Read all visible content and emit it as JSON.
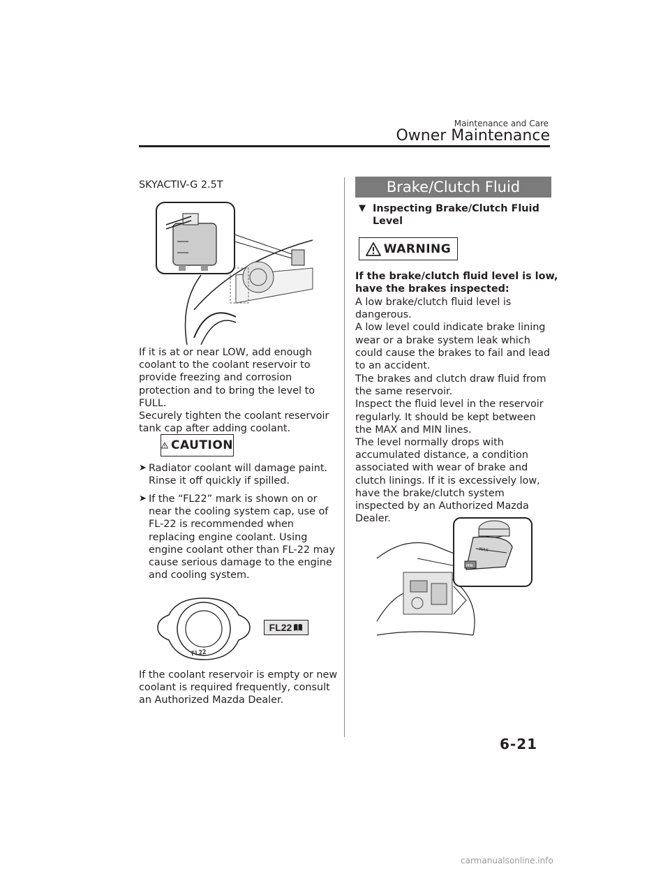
{
  "header": {
    "section": "Maintenance and Care",
    "chapter": "Owner Maintenance"
  },
  "left": {
    "heading": "SKYACTIV-G 2.5T",
    "para1": "If it is at or near LOW, add enough\ncoolant to the coolant reservoir to\nprovide freezing and corrosion\nprotection and to bring the level to\nFULL.\nSecurely tighten the coolant reservoir\ntank cap after adding coolant.",
    "caution_label": "CAUTION",
    "bullet1": "Radiator coolant will damage paint.\nRinse it off quickly if spilled.",
    "bullet2": "If the “FL22” mark is shown on or\nnear the cooling system cap, use of\nFL-22 is recommended when\nreplacing engine coolant. Using\nengine coolant other than FL-22 may\ncause serious damage to the engine\nand cooling system.",
    "cap_text": "FL22",
    "fl22_badge": "FL22",
    "para2": "If the coolant reservoir is empty or new\ncoolant is required frequently, consult\nan Authorized Mazda Dealer."
  },
  "right": {
    "title": "Brake/Clutch Fluid",
    "subheading": "Inspecting Brake/Clutch Fluid\nLevel",
    "warning_label": "WARNING",
    "warning_bold": "If the brake/clutch fluid level is low,\nhave the brakes inspected:",
    "warning_text": "A low brake/clutch fluid level is\ndangerous.\nA low level could indicate brake lining\nwear or a brake system leak which\ncould cause the brakes to fail and lead\nto an accident.",
    "para": "The brakes and clutch draw fluid from\nthe same reservoir.\nInspect the fluid level in the reservoir\nregularly. It should be kept between\nthe MAX and MIN lines.\nThe level normally drops with\naccumulated distance, a condition\nassociated with wear of brake and\nclutch linings. If it is excessively low,\nhave the brake/clutch system\ninspected by an Authorized Mazda\nDealer.",
    "max_label": "MAX",
    "min_label": "MIN"
  },
  "page_number": "6-21",
  "watermark": "carmanualsonline.info"
}
